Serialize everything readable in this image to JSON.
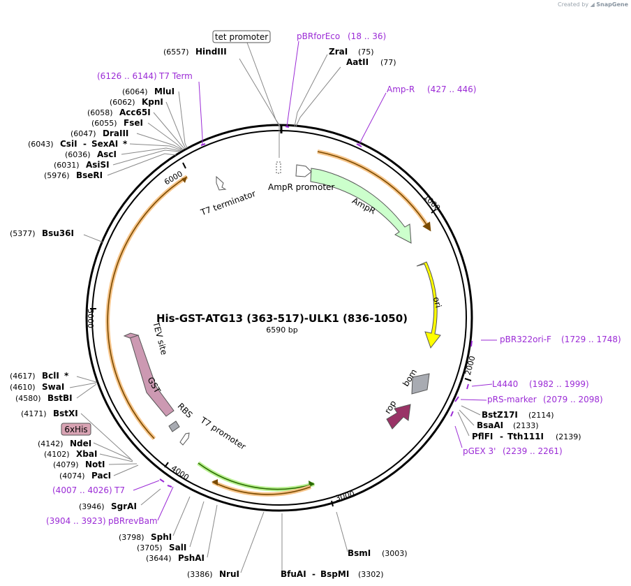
{
  "credit": {
    "prefix": "Created by",
    "brand": "SnapGene"
  },
  "plasmid": {
    "name": "His-GST-ATG13 (363-517)-ULK1 (836-1050)",
    "size_label": "6590 bp"
  },
  "ticks": [
    "1000",
    "2000",
    "3000",
    "4000",
    "5000",
    "6000"
  ],
  "enzymes": [
    {
      "name": "HindIII",
      "pos": "(6557)"
    },
    {
      "name": "ZraI",
      "pos": "(75)"
    },
    {
      "name": "AatII",
      "pos": "(77)"
    },
    {
      "name": "MluI",
      "pos": "(6064)"
    },
    {
      "name": "KpnI",
      "pos": "(6062)"
    },
    {
      "name": "Acc65I",
      "pos": "(6058)"
    },
    {
      "name": "FseI",
      "pos": "(6055)"
    },
    {
      "name": "DraIII",
      "pos": "(6047)"
    },
    {
      "name": "CsiI",
      "pos": "(6043)",
      "name2": "SexAI",
      "star": "*"
    },
    {
      "name": "AscI",
      "pos": "(6036)"
    },
    {
      "name": "AsiSI",
      "pos": "(6031)"
    },
    {
      "name": "BseRI",
      "pos": "(5976)"
    },
    {
      "name": "Bsu36I",
      "pos": "(5377)"
    },
    {
      "name": "BclI",
      "pos": "(4617)",
      "star": "*"
    },
    {
      "name": "SwaI",
      "pos": "(4610)"
    },
    {
      "name": "BstBI",
      "pos": "(4580)"
    },
    {
      "name": "BstXI",
      "pos": "(4171)"
    },
    {
      "name": "NdeI",
      "pos": "(4142)"
    },
    {
      "name": "XbaI",
      "pos": "(4102)"
    },
    {
      "name": "NotI",
      "pos": "(4079)"
    },
    {
      "name": "PacI",
      "pos": "(4074)"
    },
    {
      "name": "SgrAI",
      "pos": "(3946)"
    },
    {
      "name": "SphI",
      "pos": "(3798)"
    },
    {
      "name": "SalI",
      "pos": "(3705)"
    },
    {
      "name": "PshAI",
      "pos": "(3644)"
    },
    {
      "name": "NruI",
      "pos": "(3386)"
    },
    {
      "name": "BfuAI",
      "pos": "(3302)",
      "name2": "BspMI"
    },
    {
      "name": "BsmI",
      "pos": "(3003)"
    },
    {
      "name": "BstZ17I",
      "pos": "(2114)"
    },
    {
      "name": "BsaAI",
      "pos": "(2133)"
    },
    {
      "name": "PflFI",
      "pos": "(2139)",
      "name2": "Tth111I"
    }
  ],
  "primers": [
    {
      "name": "pBRforEco",
      "range": "(18 .. 36)"
    },
    {
      "name": "Amp-R",
      "range": "(427 .. 446)"
    },
    {
      "name": "T7 Term",
      "range": "(6126 .. 6144)"
    },
    {
      "name": "pBR322ori-F",
      "range": "(1729 .. 1748)"
    },
    {
      "name": "L4440",
      "range": "(1982 .. 1999)"
    },
    {
      "name": "pRS-marker",
      "range": "(2079 .. 2098)"
    },
    {
      "name": "pGEX 3'",
      "range": "(2239 .. 2261)"
    },
    {
      "name": "T7",
      "range": "(4007 .. 4026)"
    },
    {
      "name": "pBRrevBam",
      "range": "(3904 .. 3923)"
    }
  ],
  "features": {
    "tet_promoter": "tet promoter",
    "his_tag": "6xHis",
    "amp_promoter": "AmpR promoter",
    "ampr": "AmpR",
    "ori": "ori",
    "bom": "bom",
    "rop": "rop",
    "t7_terminator": "T7 terminator",
    "tev_site": "TEV site",
    "gst": "GST",
    "rbs": "RBS",
    "t7_promoter": "T7 promoter"
  },
  "colors": {
    "backbone": "#000000",
    "primer": "#9b2bd6",
    "orf_orange": "#f7a93b",
    "ampr": "#ccffcc",
    "ori": "#ffff00",
    "bom": "#a8abb2",
    "rop": "#993366",
    "gst": "#cc99b2",
    "lacI_green": "#6ed33a",
    "his_box": "#d8a3b3"
  }
}
